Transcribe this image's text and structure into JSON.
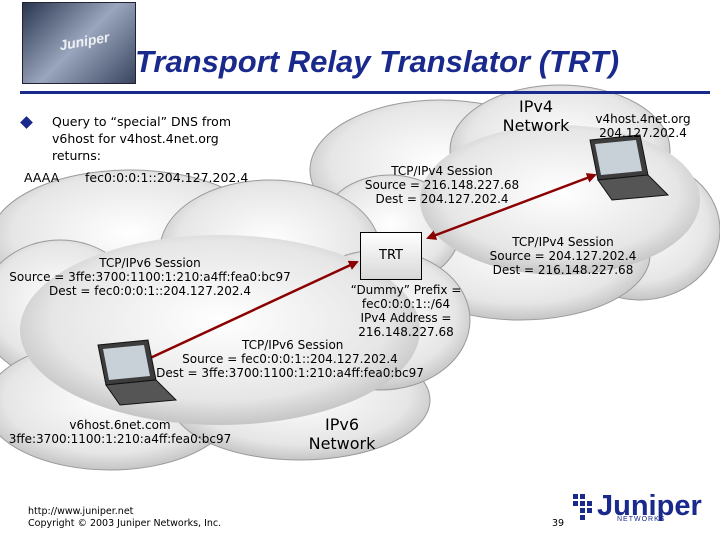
{
  "title": "Transport Relay Translator (TRT)",
  "logo_text": "Juniper",
  "query": {
    "line1": "Query to “special” DNS from",
    "line2": "v6host for v4host.4net.org",
    "line3": "returns:",
    "record_type": "AAAA",
    "record_value": "fec0:0:0:1::204.127.202.4"
  },
  "ipv4_network": {
    "line1": "IPv4",
    "line2": "Network"
  },
  "ipv6_network": {
    "line1": "IPv6",
    "line2": "Network"
  },
  "v4host": {
    "name": "v4host.4net.org",
    "address": "204.127.202.4"
  },
  "v6host": {
    "name": "v6host.6net.com",
    "address": "3ffe:3700:1100:1:210:a4ff:fea0:bc97"
  },
  "trt_label": "TRT",
  "session_ipv4_top": {
    "title": "TCP/IPv4 Session",
    "source": "Source = 216.148.227.68",
    "dest": "Dest = 204.127.202.4"
  },
  "session_ipv4_right": {
    "title": "TCP/IPv4 Session",
    "source": "Source = 204.127.202.4",
    "dest": "Dest = 216.148.227.68"
  },
  "session_ipv6_left": {
    "title": "TCP/IPv6 Session",
    "source": "Source = 3ffe:3700:1100:1:210:a4ff:fea0:bc97",
    "dest": "Dest = fec0:0:0:1::204.127.202.4"
  },
  "session_ipv6_bottom": {
    "title": "TCP/IPv6 Session",
    "source": "Source = fec0:0:0:1::204.127.202.4",
    "dest": "Dest = 3ffe:3700:1100:1:210:a4ff:fea0:bc97"
  },
  "trt_info": {
    "line1": "“Dummy” Prefix =",
    "line2": "fec0:0:0:1::/64",
    "line3": "IPv4 Address =",
    "line4": "216.148.227.68"
  },
  "footer": {
    "url": "http://www.juniper.net",
    "copyright": "Copyright © 2003 Juniper Networks, Inc.",
    "page": "39"
  },
  "brand": {
    "name": "Juniper",
    "tagline": "NETWORKS"
  },
  "colors": {
    "title": "#1a2a8c",
    "arrow": "#8b0000",
    "cloud": "#dcdcdc"
  }
}
